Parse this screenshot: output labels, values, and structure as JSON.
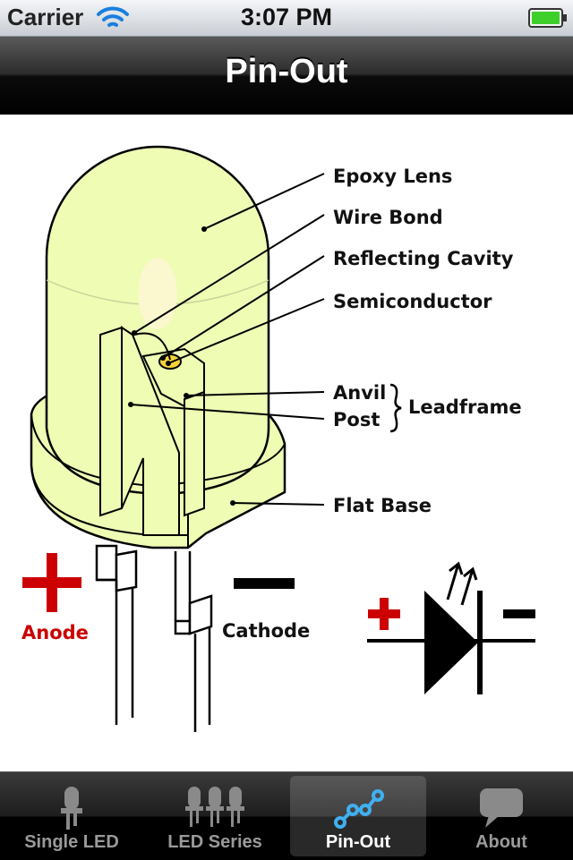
{
  "status_bar": {
    "carrier": "Carrier",
    "time": "3:07 PM"
  },
  "nav_bar": {
    "title": "Pin-Out"
  },
  "diagram": {
    "labels": {
      "epoxy_lens": "Epoxy Lens",
      "wire_bond": "Wire Bond",
      "reflecting_cavity": "Reflecting Cavity",
      "semiconductor": "Semiconductor",
      "anvil": "Anvil",
      "post": "Post",
      "leadframe": "Leadframe",
      "flat_base": "Flat Base",
      "anode": "Anode",
      "cathode": "Cathode"
    },
    "colors": {
      "led_body": "#eefcb4",
      "anode": "#cc0000",
      "cathode": "#000000"
    }
  },
  "tab_bar": {
    "tabs": [
      {
        "label": "Single LED",
        "icon": "single-led-icon",
        "selected": false
      },
      {
        "label": "LED Series",
        "icon": "led-series-icon",
        "selected": false
      },
      {
        "label": "Pin-Out",
        "icon": "pinout-icon",
        "selected": true
      },
      {
        "label": "About",
        "icon": "speech-bubble-icon",
        "selected": false
      }
    ]
  }
}
